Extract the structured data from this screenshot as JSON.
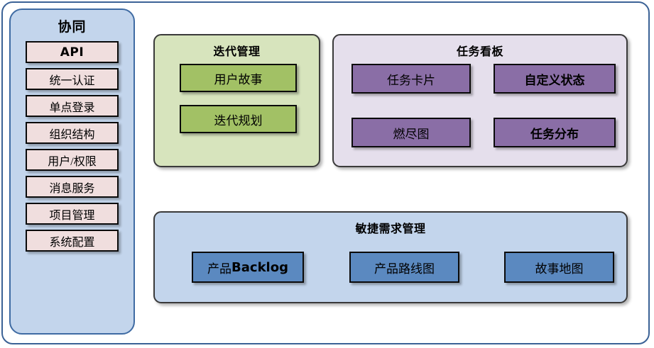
{
  "sidebar": {
    "title": "协同",
    "items": [
      {
        "label": "API",
        "style": "latin-bold"
      },
      {
        "label": "统一认证",
        "style": "normal"
      },
      {
        "label": "单点登录",
        "style": "normal"
      },
      {
        "label": "组织结构",
        "style": "normal"
      },
      {
        "label": "用户/权限",
        "style": "mixed"
      },
      {
        "label": "消息服务",
        "style": "normal"
      },
      {
        "label": "项目管理",
        "style": "normal"
      },
      {
        "label": "系统配置",
        "style": "normal"
      }
    ]
  },
  "panels": {
    "iteration": {
      "title": "迭代管理",
      "color": "#d7e4bd",
      "chip_color": "#a2c165",
      "items": [
        {
          "label": "用户故事"
        },
        {
          "label": "迭代规划"
        }
      ]
    },
    "taskboard": {
      "title": "任务看板",
      "color": "#e5dfec",
      "chip_color": "#8a6ea6",
      "items": [
        {
          "label": "任务卡片"
        },
        {
          "label": "自定义状态"
        },
        {
          "label": "燃尽图"
        },
        {
          "label": "任务分布"
        }
      ]
    },
    "agile": {
      "title": "敏捷需求管理",
      "color": "#c3d5ec",
      "chip_color": "#5b89c0",
      "items": [
        {
          "label_prefix": "产品",
          "label_suffix": "Backlog",
          "label": "产品Backlog"
        },
        {
          "label": "产品路线图"
        },
        {
          "label": "故事地图"
        }
      ]
    }
  },
  "colors": {
    "frame_border": "#3b6296",
    "sidebar_bg": "#c3d5ec",
    "sidebar_border": "#3f6ba3",
    "sidebar_item_bg": "#f0dede",
    "chip_border": "#0a0a0a"
  }
}
